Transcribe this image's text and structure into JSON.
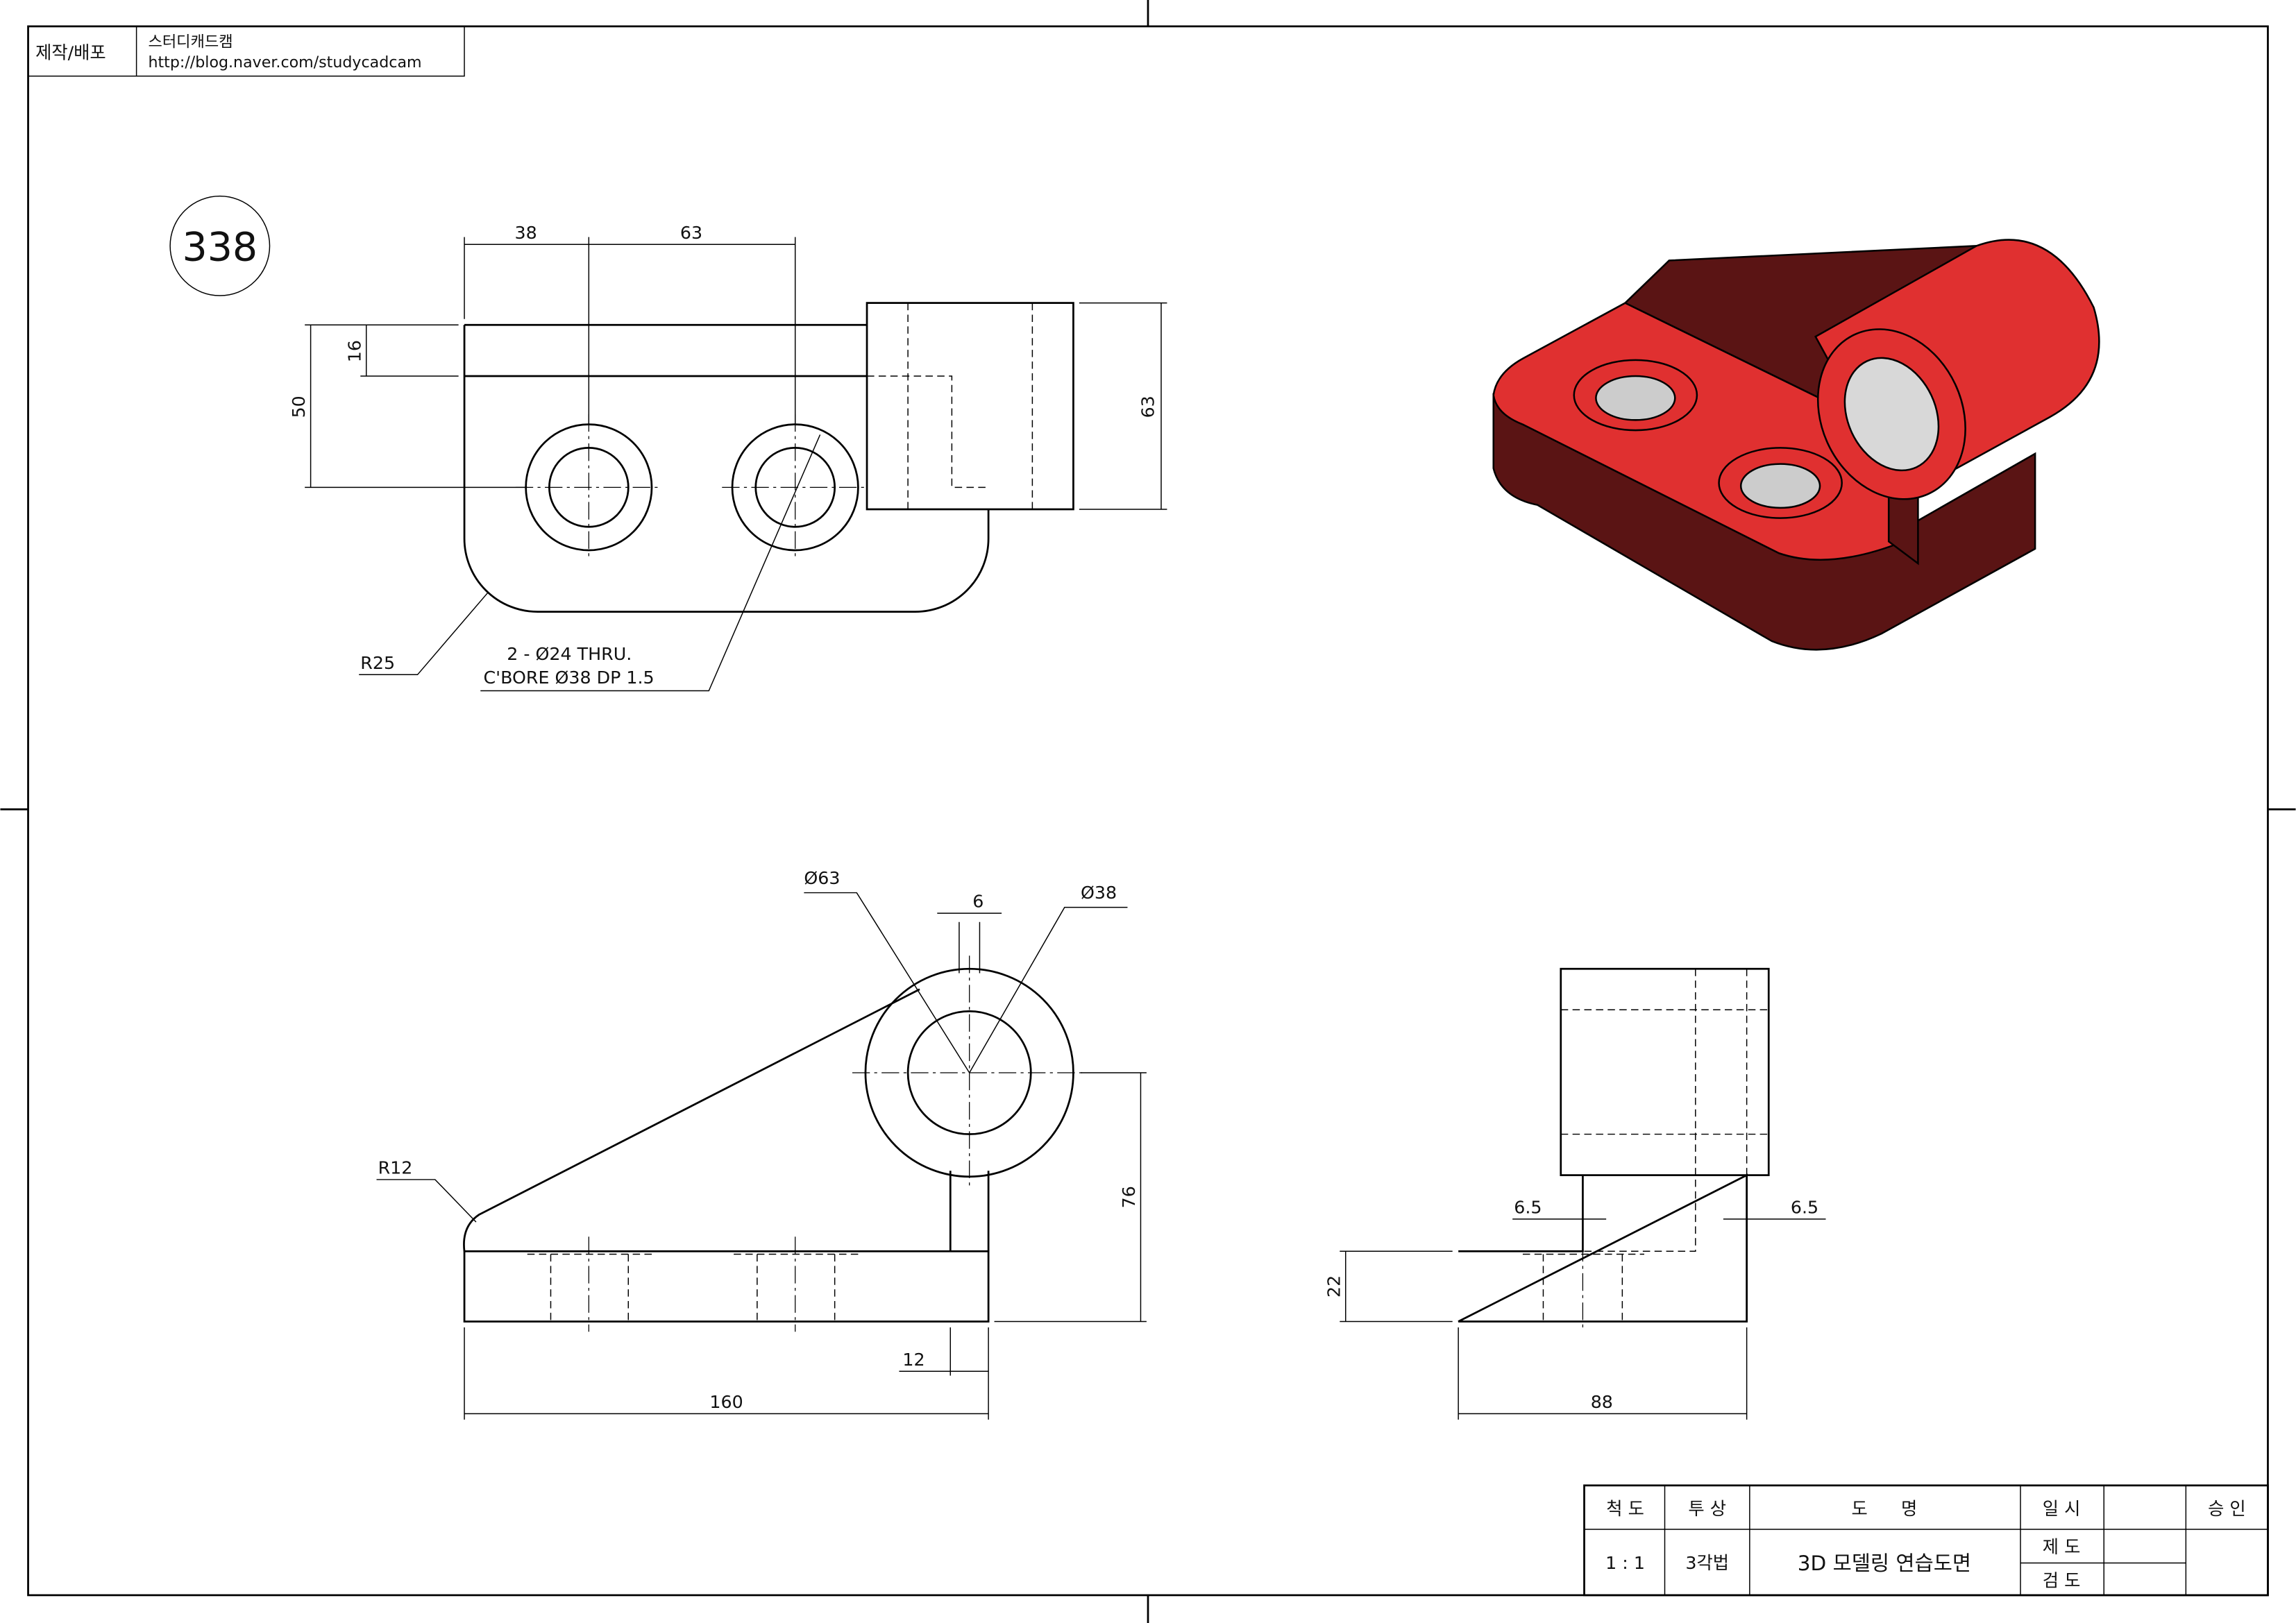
{
  "header": {
    "label": "제작/배포",
    "author": "스터디캐드캠",
    "url": "http://blog.naver.com/studycadcam"
  },
  "drawing_number": "338",
  "top_view": {
    "dims": {
      "d38": "38",
      "d63": "63",
      "d16": "16",
      "d50": "50",
      "d63v": "63"
    },
    "radius_label": "R25",
    "hole_note_1": "2 - Ø24 THRU.",
    "hole_note_2": "C'BORE Ø38 DP 1.5"
  },
  "front_view": {
    "dims": {
      "phi63": "Ø63",
      "phi38": "Ø38",
      "d6": "6",
      "d76": "76",
      "d12": "12",
      "d160": "160"
    },
    "radius_label": "R12"
  },
  "side_view": {
    "dims": {
      "left": "6.5",
      "right": "6.5",
      "d22": "22",
      "d88": "88"
    }
  },
  "title_block": {
    "scale_h": "척 도",
    "proj_h": "투 상",
    "name_h": "도      명",
    "date_h": "일 시",
    "approve_h": "승 인",
    "scale": "1 : 1",
    "proj": "3각법",
    "name": "3D 모델링 연습도면",
    "drawn": "제 도",
    "checked": "검 도"
  },
  "colors": {
    "model_red": "#e03030",
    "model_dark": "#5a1414",
    "line": "#000000"
  }
}
